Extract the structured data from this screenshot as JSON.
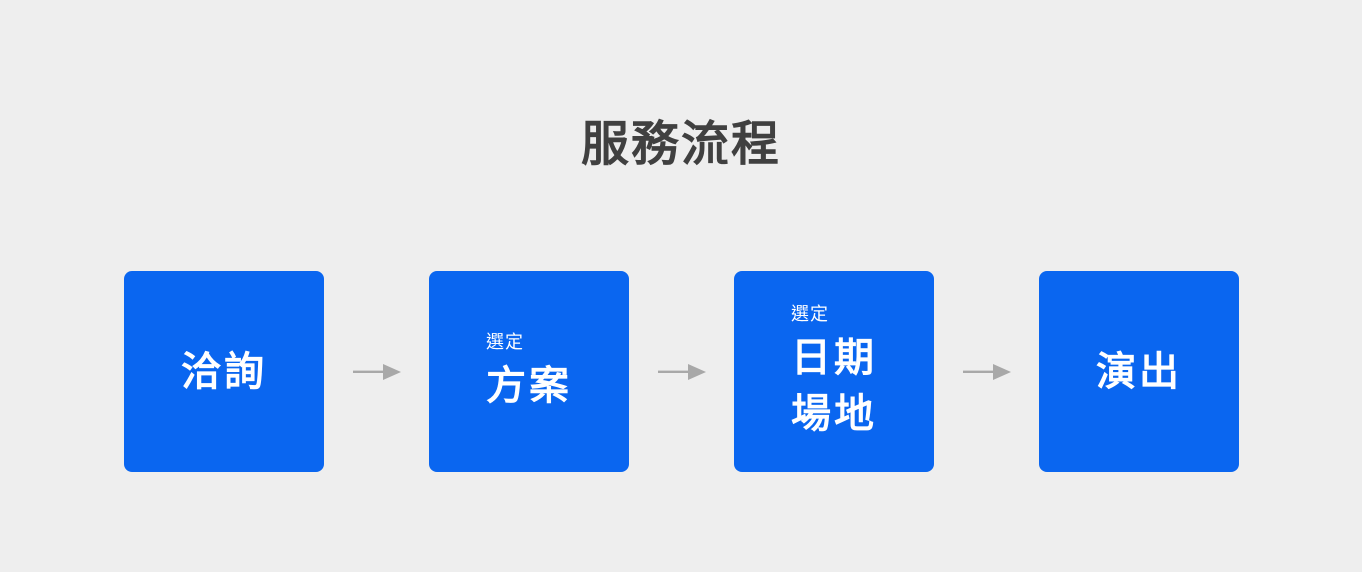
{
  "page": {
    "background_color": "#eeeeee",
    "title": "服務流程",
    "title_color": "#404040"
  },
  "theme": {
    "box_color": "#0a66f0",
    "box_text_color": "#ffffff",
    "arrow_color": "#a8a8a8"
  },
  "flow": {
    "steps": [
      {
        "index": "1",
        "sub_label": "",
        "main_label": "洽詢",
        "main_line_1": "洽詢",
        "main_line_2": ""
      },
      {
        "index": "2",
        "sub_label": "選定",
        "main_label": "方案",
        "main_line_1": "方案",
        "main_line_2": ""
      },
      {
        "index": "3",
        "sub_label": "選定",
        "main_label": "日期場地",
        "main_line_1": "日期",
        "main_line_2": "場地"
      },
      {
        "index": "4",
        "sub_label": "",
        "main_label": "演出",
        "main_line_1": "演出",
        "main_line_2": ""
      }
    ],
    "connectors": [
      {
        "icon": "arrow-right-icon"
      },
      {
        "icon": "arrow-right-icon"
      },
      {
        "icon": "arrow-right-icon"
      }
    ]
  }
}
